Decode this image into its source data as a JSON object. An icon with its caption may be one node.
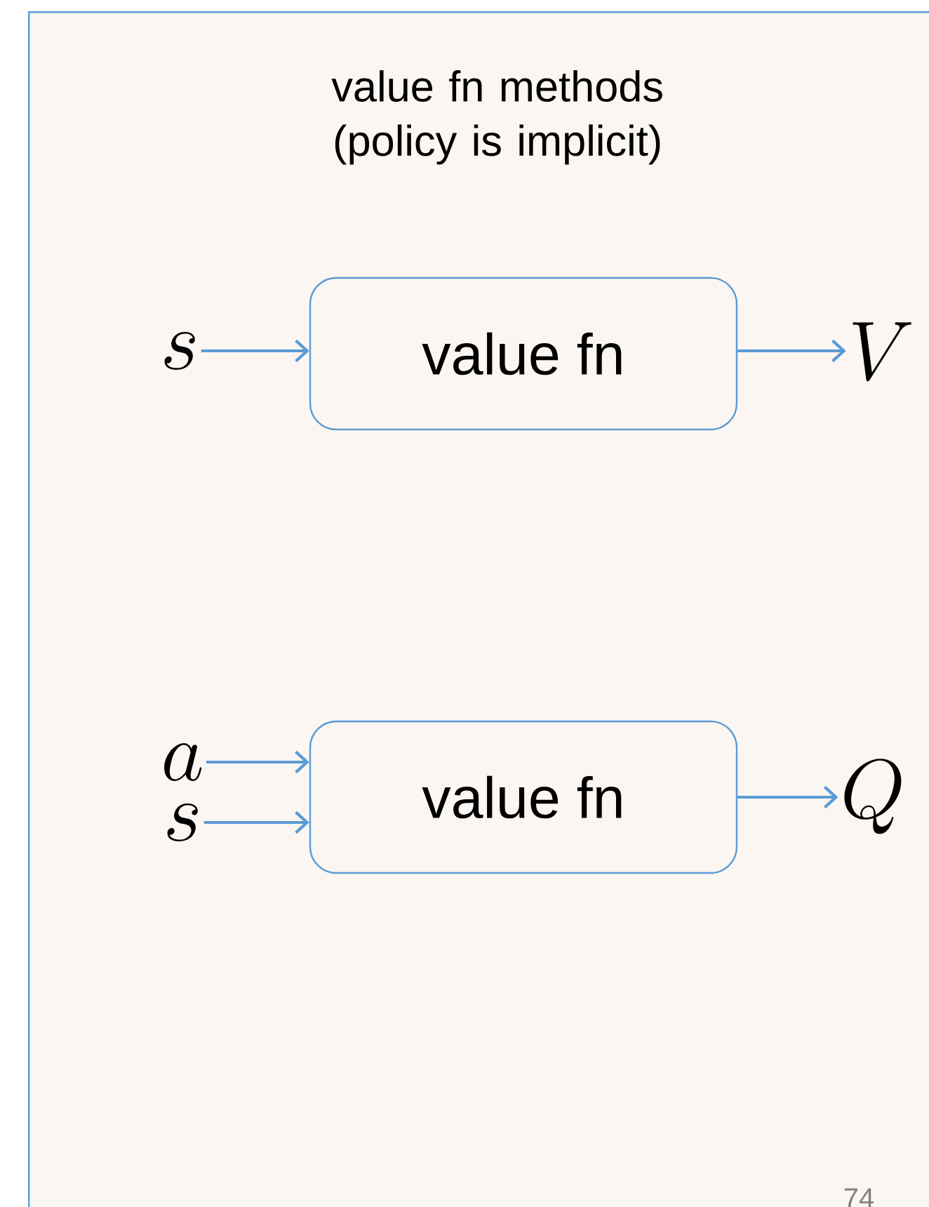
{
  "diagram": {
    "nodes": [
      {
        "text": [
          "value fn methods (policy is implicit)"
        ]
      },
      {
        "text": [
          "s"
        ],
        "in": 0
      },
      {
        "text": [
          "value fn"
        ],
        "in": 0
      },
      {
        "text": [
          "V"
        ],
        "in": 0
      },
      {
        "text": [
          "a"
        ],
        "in": 0
      },
      {
        "text": [
          "s"
        ],
        "in": 0
      },
      {
        "text": [
          "value fn"
        ],
        "in": 0
      },
      {
        "text": [
          "Q"
        ],
        "in": 0
      }
    ],
    "edges": [
      {
        "from": 1,
        "to": 2,
        "arrow": "to"
      },
      {
        "from": 2,
        "to": 3,
        "arrow": "to"
      },
      {
        "from": 4,
        "to": 6,
        "arrow": "to"
      },
      {
        "from": 5,
        "to": 6,
        "arrow": "to"
      },
      {
        "from": 6,
        "to": 7,
        "arrow": "to"
      }
    ],
    "labels": [
      "74"
    ]
  }
}
